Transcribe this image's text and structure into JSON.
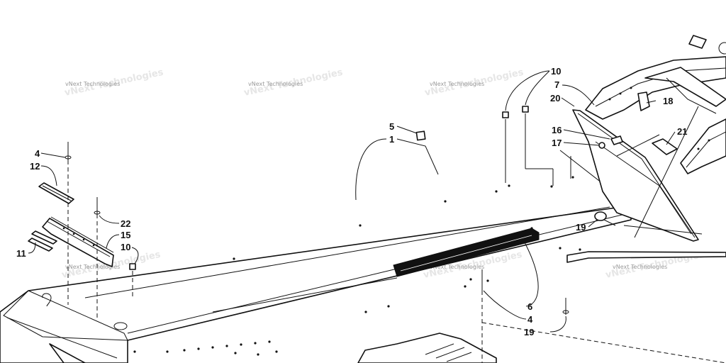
{
  "watermark": "vNext Technologies",
  "callouts": {
    "c4a": "4",
    "c12": "12",
    "c11": "11",
    "c22": "22",
    "c15": "15",
    "c10a": "10",
    "c5": "5",
    "c1": "1",
    "c10b": "10",
    "c7": "7",
    "c20": "20",
    "c18": "18",
    "c16": "16",
    "c17": "17",
    "c21": "21",
    "c19a": "19",
    "c6": "6",
    "c4b": "4",
    "c19b": "19"
  }
}
